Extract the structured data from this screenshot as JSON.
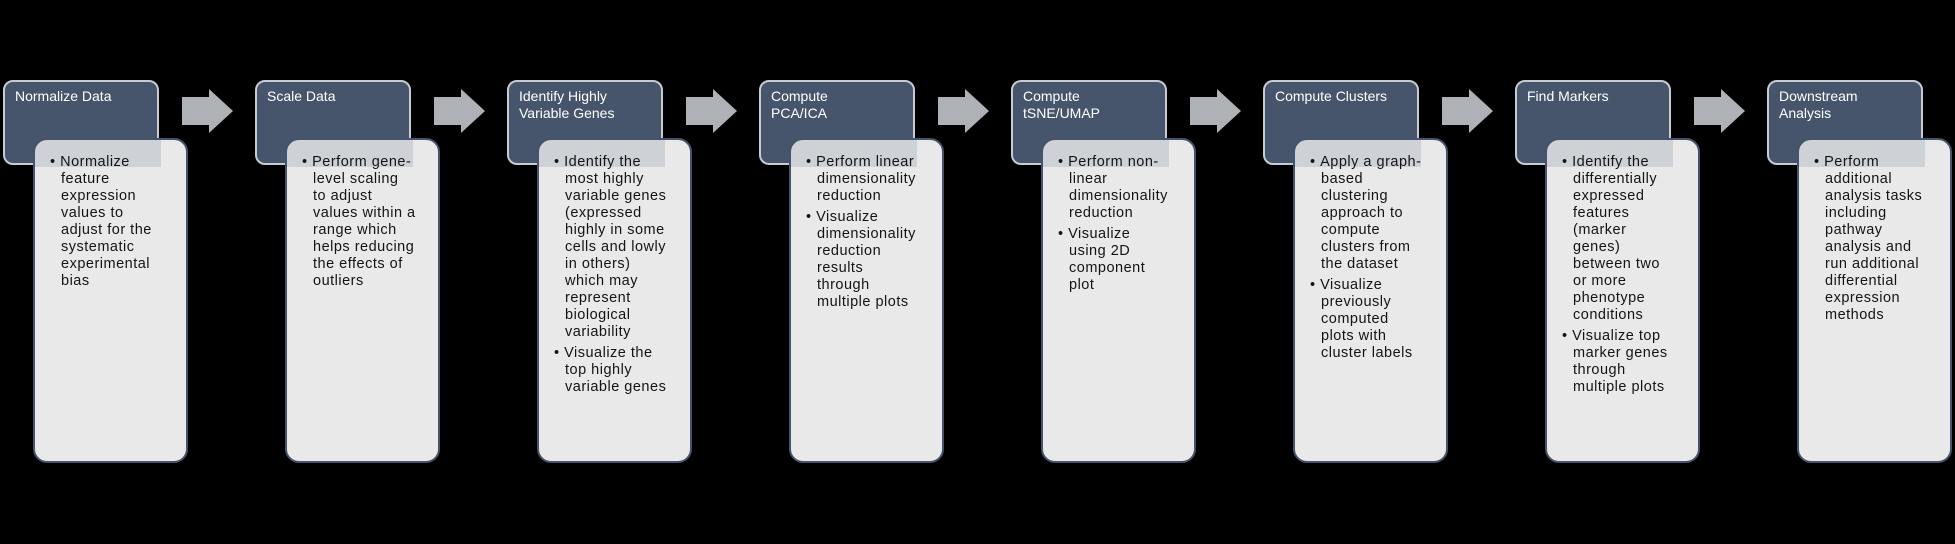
{
  "flowchart": {
    "steps": [
      {
        "title": "Normalize Data",
        "bullets": [
          "Normalize feature expression values to adjust for the systematic experimental bias"
        ]
      },
      {
        "title": "Scale Data",
        "bullets": [
          "Perform gene-level scaling to adjust values within a range which helps reducing the effects of outliers"
        ]
      },
      {
        "title": "Identify Highly Variable Genes",
        "bullets": [
          "Identify the most highly variable genes (expressed highly in some cells and lowly in others) which may represent biological variability",
          "Visualize the top highly variable genes"
        ]
      },
      {
        "title": "Compute PCA/ICA",
        "bullets": [
          "Perform linear dimensionality reduction",
          "Visualize dimensionality reduction results through multiple plots"
        ]
      },
      {
        "title": "Compute tSNE/UMAP",
        "bullets": [
          "Perform non-linear dimensionality reduction",
          "Visualize using 2D component plot"
        ]
      },
      {
        "title": "Compute Clusters",
        "bullets": [
          "Apply a graph-based clustering approach to compute clusters from the dataset",
          "Visualize previously computed plots with cluster labels"
        ]
      },
      {
        "title": "Find Markers",
        "bullets": [
          "Identify the differentially expressed features (marker genes) between two or more phenotype conditions",
          "Visualize top marker genes through multiple plots"
        ]
      },
      {
        "title": "Downstream Analysis",
        "bullets": [
          "Perform additional analysis tasks including pathway analysis and run additional differential expression methods"
        ]
      }
    ],
    "colors": {
      "background": "#000000",
      "header_bg": "#46556B",
      "header_border": "#C7CBD2",
      "header_text": "#FFFFFF",
      "body_bg": "#E9E9EA",
      "body_border": "#44546A",
      "body_text": "#141414",
      "arrow": "#AEB1B6"
    }
  }
}
